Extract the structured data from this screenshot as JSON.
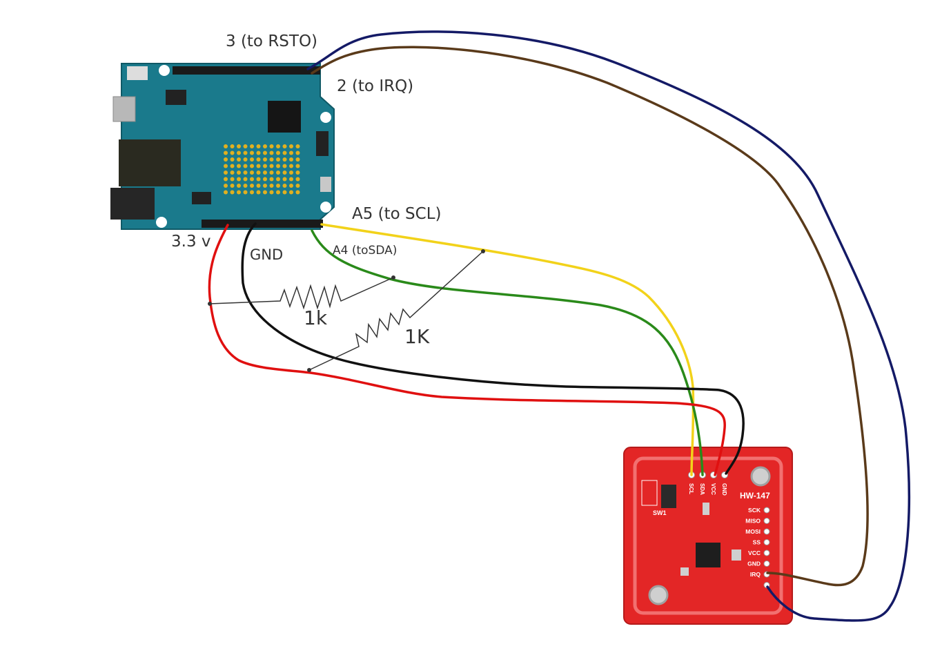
{
  "labels": {
    "pin3": "3 (to RSTO)",
    "pin2": "2 (to IRQ)",
    "a5": "A5 (to SCL)",
    "a4": "A4 (toSDA)",
    "v33": "3.3 v",
    "gnd": "GND",
    "r1": "1k",
    "r2": "1K"
  },
  "module": {
    "name": "HW-147",
    "top_pins": [
      "SCL",
      "SDA",
      "VCC",
      "GND"
    ],
    "side_pins": [
      "SCK",
      "MISO",
      "MOSI",
      "SS",
      "VCC",
      "GND",
      "IRQ",
      ""
    ],
    "switch_label": "SW1"
  },
  "colors": {
    "board": "#1a7a8c",
    "module": "#e32626",
    "wire_red": "#e01010",
    "wire_black": "#111111",
    "wire_green": "#2a8a1a",
    "wire_yellow": "#f2d21a",
    "wire_brown": "#5a3a1a",
    "wire_navy": "#141a66"
  }
}
